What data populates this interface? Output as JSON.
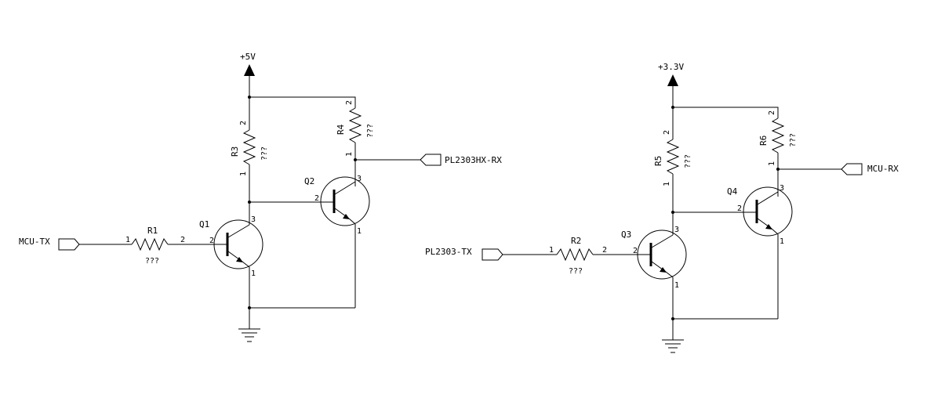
{
  "colors": {
    "wire": "#000000",
    "background": "#ffffff"
  },
  "circuit_1": {
    "supply": "+5V",
    "input_port": "MCU-TX",
    "output_port": "PL2303HX-RX",
    "r1": {
      "ref": "R1",
      "value": "???",
      "pin_a": "1",
      "pin_b": "2"
    },
    "r3": {
      "ref": "R3",
      "value": "???",
      "pin_top": "2",
      "pin_bottom": "1"
    },
    "r4": {
      "ref": "R4",
      "value": "???",
      "pin_top": "2",
      "pin_bottom": "1"
    },
    "q1": {
      "ref": "Q1",
      "pin_base": "2",
      "pin_collector": "3",
      "pin_emitter": "1"
    },
    "q2": {
      "ref": "Q2",
      "pin_base": "2",
      "pin_collector": "3",
      "pin_emitter": "1"
    },
    "ground_symbol": "ground-icon"
  },
  "circuit_2": {
    "supply": "+3.3V",
    "input_port": "PL2303-TX",
    "output_port": "MCU-RX",
    "r2": {
      "ref": "R2",
      "value": "???",
      "pin_a": "1",
      "pin_b": "2"
    },
    "r5": {
      "ref": "R5",
      "value": "???",
      "pin_top": "2",
      "pin_bottom": "1"
    },
    "r6": {
      "ref": "R6",
      "value": "???",
      "pin_top": "2",
      "pin_bottom": "1"
    },
    "q3": {
      "ref": "Q3",
      "pin_base": "2",
      "pin_collector": "3",
      "pin_emitter": "1"
    },
    "q4": {
      "ref": "Q4",
      "pin_base": "2",
      "pin_collector": "3",
      "pin_emitter": "1"
    },
    "ground_symbol": "ground-icon"
  }
}
